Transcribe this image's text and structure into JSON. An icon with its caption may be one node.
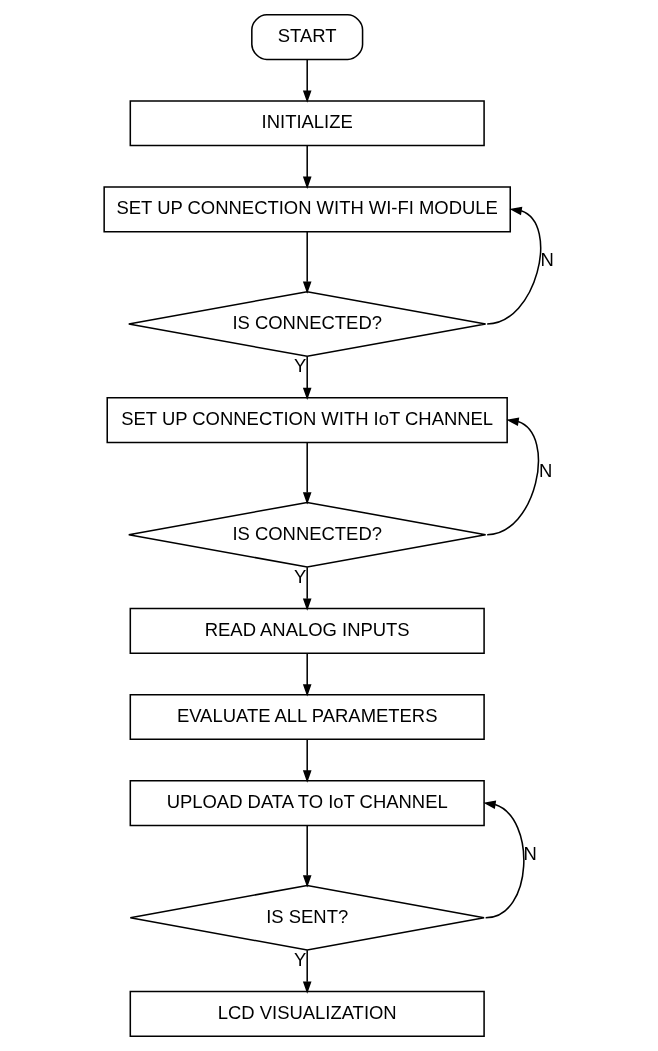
{
  "diagram": {
    "nodes": [
      {
        "text": [
          "START"
        ]
      },
      {
        "text": [
          "INITIALIZE"
        ]
      },
      {
        "text": [
          "SET UP CONNECTION WITH WI-FI MODULE"
        ]
      },
      {
        "text": [
          "IS CONNECTED?"
        ]
      },
      {
        "text": [
          "SET UP CONNECTION WITH IoT CHANNEL"
        ]
      },
      {
        "text": [
          "IS CONNECTED?"
        ]
      },
      {
        "text": [
          "READ ANALOG INPUTS"
        ]
      },
      {
        "text": [
          "EVALUATE ALL PARAMETERS"
        ]
      },
      {
        "text": [
          "UPLOAD DATA TO IoT CHANNEL"
        ]
      },
      {
        "text": [
          "IS SENT?"
        ]
      },
      {
        "text": [
          "LCD VISUALIZATION"
        ]
      }
    ],
    "edges": [
      {
        "from": 0,
        "to": 1,
        "arrow": "to"
      },
      {
        "from": 1,
        "to": 2,
        "arrow": "to"
      },
      {
        "from": 2,
        "to": 3,
        "arrow": "to"
      },
      {
        "from": 3,
        "to": 2,
        "arrow": "to",
        "label": "N"
      },
      {
        "from": 3,
        "to": 4,
        "arrow": "to",
        "label": "Y"
      },
      {
        "from": 4,
        "to": 5,
        "arrow": "to"
      },
      {
        "from": 5,
        "to": 4,
        "arrow": "to",
        "label": "N"
      },
      {
        "from": 5,
        "to": 6,
        "arrow": "to",
        "label": "Y"
      },
      {
        "from": 6,
        "to": 7,
        "arrow": "to"
      },
      {
        "from": 7,
        "to": 8,
        "arrow": "to"
      },
      {
        "from": 8,
        "to": 9,
        "arrow": "to"
      },
      {
        "from": 9,
        "to": 8,
        "arrow": "to",
        "label": "N"
      },
      {
        "from": 9,
        "to": 10,
        "arrow": "to",
        "label": "Y"
      }
    ]
  }
}
